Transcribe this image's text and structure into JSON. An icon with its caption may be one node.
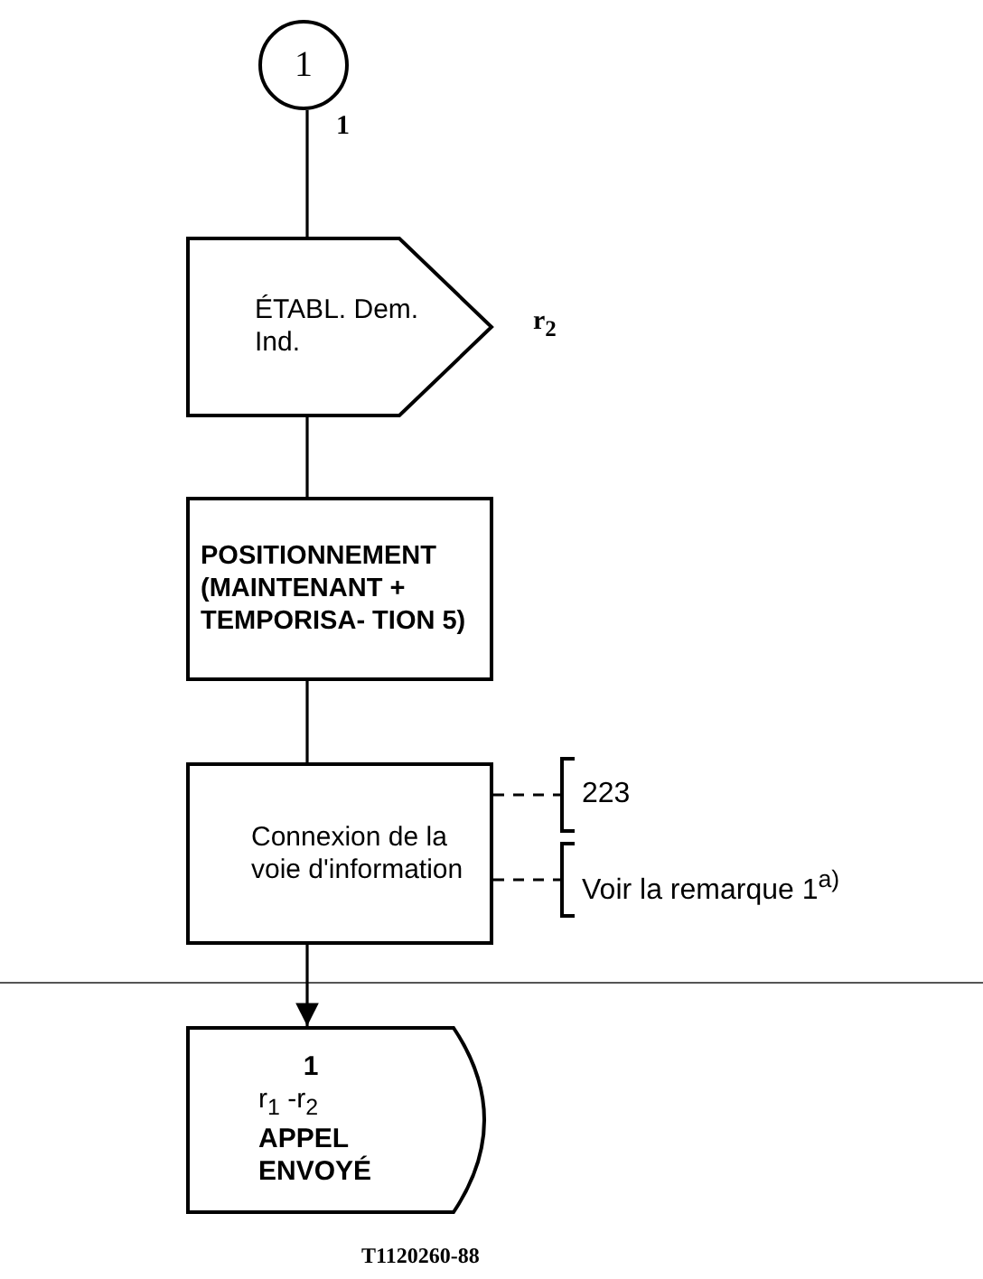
{
  "diagram": {
    "nodes": [
      {
        "text": [
          "1"
        ],
        "beside": [
          "1"
        ]
      },
      {
        "text": [
          "ÉTABL. Dem. Ind."
        ],
        "beside": [
          "r$_{2}$"
        ]
      },
      {
        "text": [
          "POSITIONNEMENT (MAINTENANT + TEMPORISA- TION 5)"
        ]
      },
      {
        "text": [
          "Connexion de la voie d'information"
        ]
      },
      {
        "text": [
          "1",
          "r$_{1}$ -r$_{2}$",
          "APPEL ENVOYÉ"
        ]
      },
      {
        "text": [
          "223"
        ]
      },
      {
        "text": [
          "Voir la remarque 1$^{a)}$"
        ]
      }
    ],
    "edges": [
      {
        "from": 0,
        "to": 1,
        "arrow": "none"
      },
      {
        "from": 1,
        "to": 2,
        "arrow": "none"
      },
      {
        "from": 2,
        "to": 3,
        "arrow": "none"
      },
      {
        "from": 3,
        "to": 4,
        "arrow": "to"
      },
      {
        "from": 3,
        "to": 5,
        "arrow": "none",
        "style": "dashed"
      },
      {
        "from": 3,
        "to": 6,
        "arrow": "none",
        "style": "dashed"
      }
    ],
    "labels": [
      "T1120260-88"
    ]
  }
}
